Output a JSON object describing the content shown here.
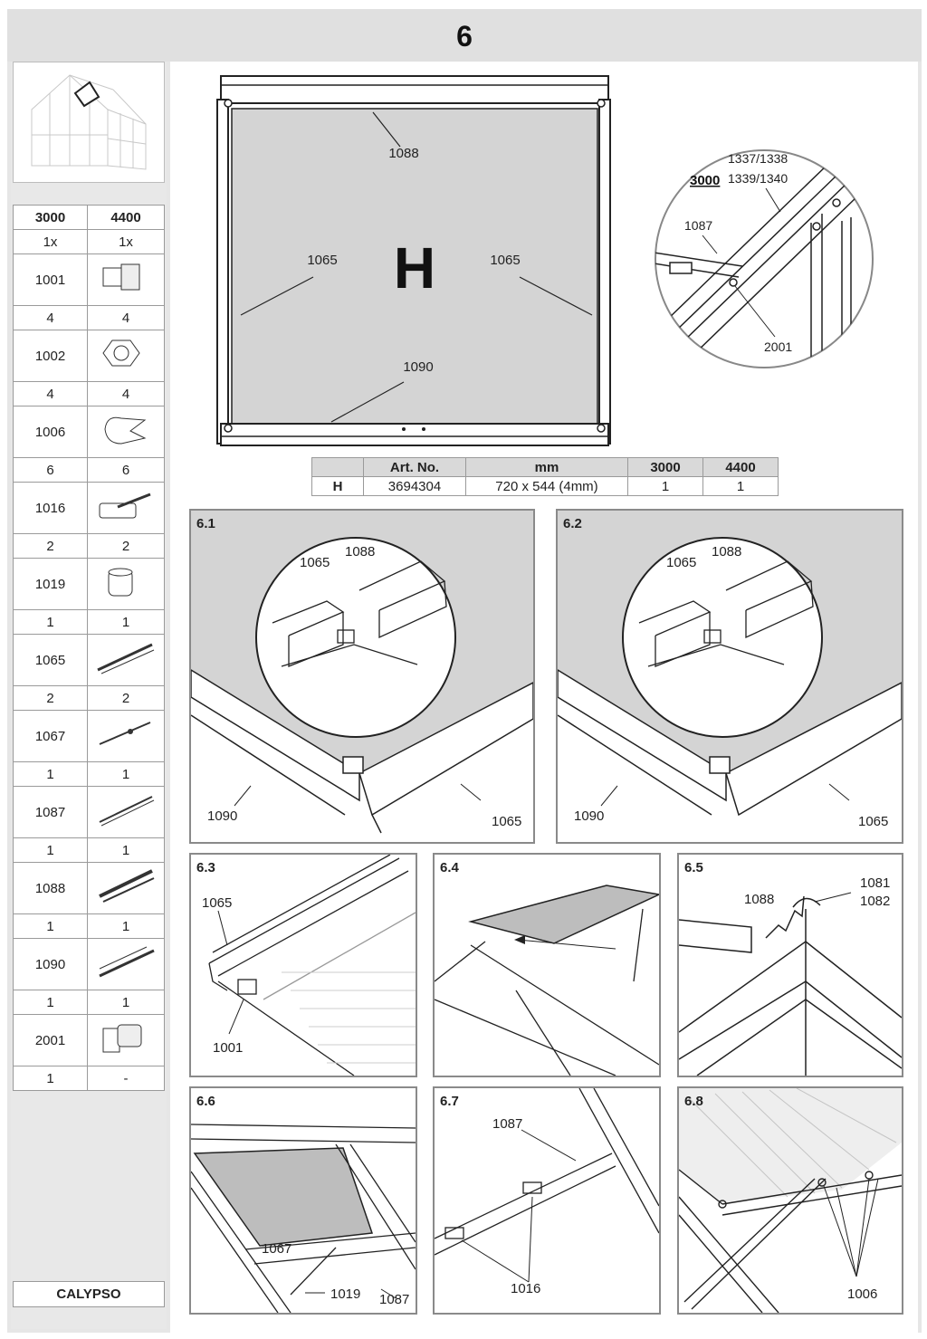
{
  "step": "6",
  "footer_label": "CALYPSO",
  "parts_table": {
    "headers": [
      "3000",
      "4400"
    ],
    "kit_qty": [
      "1x",
      "1x"
    ],
    "parts": [
      {
        "no": "1001",
        "icon": "nut-bolt-icon",
        "qty_3000": "4",
        "qty_4400": "4"
      },
      {
        "no": "1002",
        "icon": "hex-nut-icon",
        "qty_3000": "4",
        "qty_4400": "4"
      },
      {
        "no": "1006",
        "icon": "cone-cap-icon",
        "qty_3000": "6",
        "qty_4400": "6"
      },
      {
        "no": "1016",
        "icon": "hinge-pin-icon",
        "qty_3000": "2",
        "qty_4400": "2"
      },
      {
        "no": "1019",
        "icon": "sleeve-icon",
        "qty_3000": "1",
        "qty_4400": "1"
      },
      {
        "no": "1065",
        "icon": "profile-rail-icon",
        "qty_3000": "2",
        "qty_4400": "2"
      },
      {
        "no": "1067",
        "icon": "window-stay-icon",
        "qty_3000": "1",
        "qty_4400": "1"
      },
      {
        "no": "1087",
        "icon": "flat-bar-icon",
        "qty_3000": "1",
        "qty_4400": "1"
      },
      {
        "no": "1088",
        "icon": "top-rail-icon",
        "qty_3000": "1",
        "qty_4400": "1"
      },
      {
        "no": "1090",
        "icon": "bottom-rail-icon",
        "qty_3000": "1",
        "qty_4400": "1"
      },
      {
        "no": "2001",
        "icon": "end-cap-icon",
        "qty_3000": "1",
        "qty_4400": "-"
      }
    ]
  },
  "main_diagram": {
    "panel_letter": "H",
    "labels": {
      "top": "1088",
      "left": "1065",
      "right": "1065",
      "bottom": "1090"
    }
  },
  "detail_circle": {
    "model": "3000",
    "parts_a": "1337/1338",
    "parts_b": "1339/1340",
    "bar": "1087",
    "bolt": "2001"
  },
  "spec_table": {
    "headers": [
      "",
      "Art. No.",
      "mm",
      "3000",
      "4400"
    ],
    "row": [
      "H",
      "3694304",
      "720 x 544 (4mm)",
      "1",
      "1"
    ]
  },
  "steps": [
    {
      "id": "6.1",
      "labels": [
        "1065",
        "1088",
        "1090",
        "1065"
      ]
    },
    {
      "id": "6.2",
      "labels": [
        "1065",
        "1088",
        "1090",
        "1065"
      ]
    },
    {
      "id": "6.3",
      "labels": [
        "1065",
        "1001"
      ]
    },
    {
      "id": "6.4",
      "labels": []
    },
    {
      "id": "6.5",
      "labels": [
        "1088",
        "1081",
        "1082"
      ]
    },
    {
      "id": "6.6",
      "labels": [
        "1067",
        "1019",
        "1087"
      ]
    },
    {
      "id": "6.7",
      "labels": [
        "1087",
        "1016"
      ]
    },
    {
      "id": "6.8",
      "labels": [
        "1006"
      ]
    }
  ]
}
